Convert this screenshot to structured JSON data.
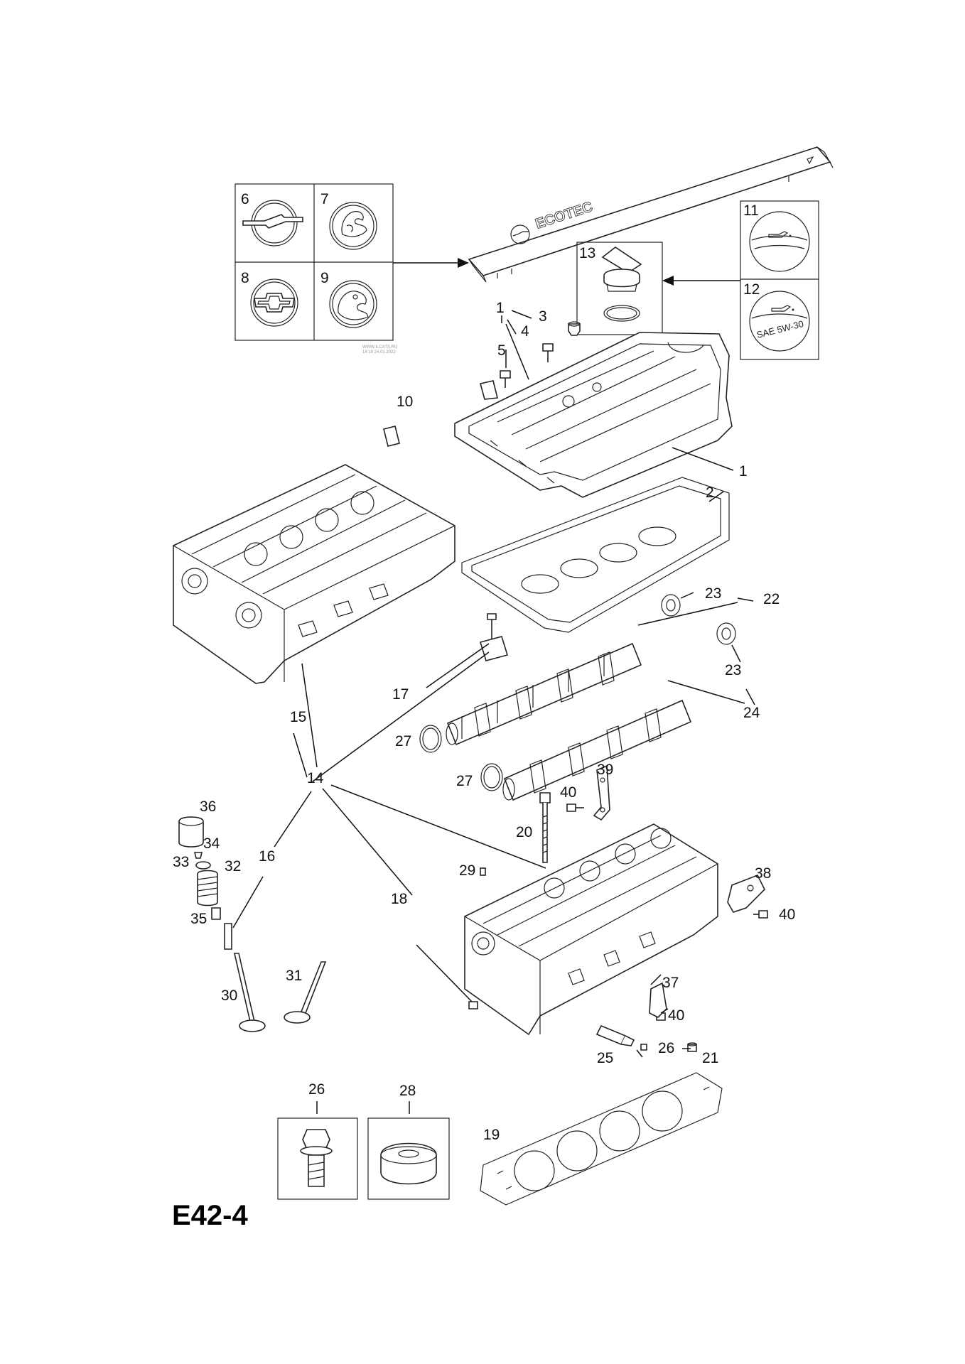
{
  "diagram_code": "E42-4",
  "watermark": [
    "WWW.ILCATS.RU",
    "14:19 24.01.2022"
  ],
  "cover_lettering": "ECOTEC",
  "cap_lettering": "SAE 5W-30",
  "callouts": {
    "c1a": "1",
    "c1b": "1",
    "c2": "2",
    "c3": "3",
    "c4": "4",
    "c5": "5",
    "c6": "6",
    "c7": "7",
    "c8": "8",
    "c9": "9",
    "c10": "10",
    "c11": "11",
    "c12": "12",
    "c13": "13",
    "c14": "14",
    "c15": "15",
    "c16": "16",
    "c17": "17",
    "c18": "18",
    "c19": "19",
    "c20": "20",
    "c21": "21",
    "c22": "22",
    "c23a": "23",
    "c23b": "23",
    "c24": "24",
    "c25": "25",
    "c26a": "26",
    "c26b": "26",
    "c27a": "27",
    "c27b": "27",
    "c28": "28",
    "c29": "29",
    "c30": "30",
    "c31": "31",
    "c32": "32",
    "c33": "33",
    "c34": "34",
    "c35": "35",
    "c36": "36",
    "c37": "37",
    "c38": "38",
    "c39": "39",
    "c40a": "40",
    "c40b": "40",
    "c40c": "40"
  },
  "icons": [
    "opel-logo-icon",
    "vauxhall-griffin-icon",
    "chevrolet-bowtie-icon",
    "holden-lion-icon",
    "oil-can-icon"
  ]
}
